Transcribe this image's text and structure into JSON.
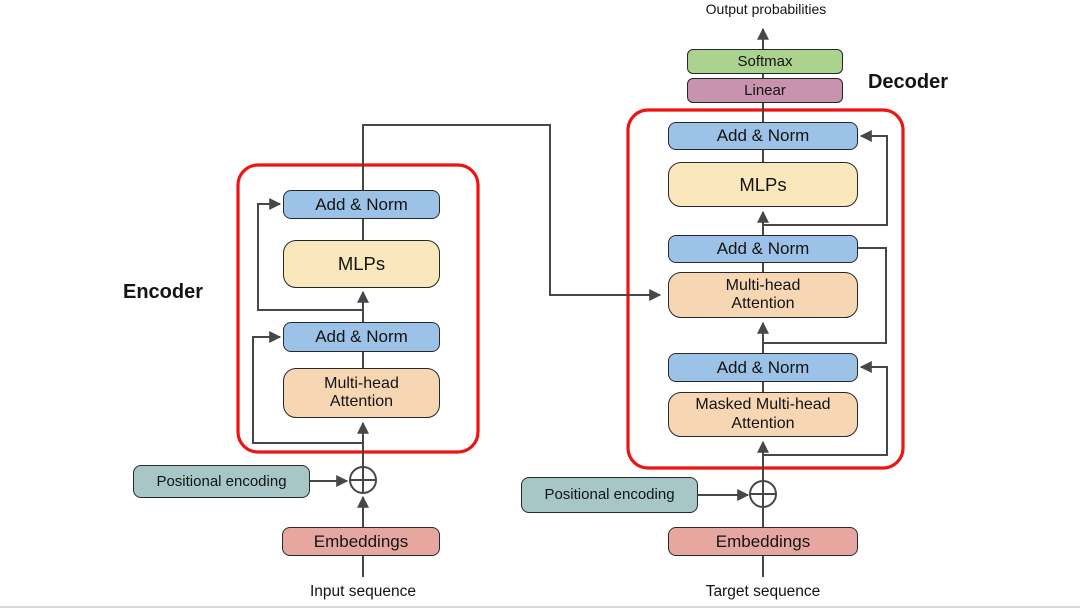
{
  "colors": {
    "background": "#ffffff",
    "text": "#141414",
    "line": "#474747",
    "outline_red": "#ee1412",
    "box_border": "#26282a",
    "add_norm": "#9cc2e8",
    "mlps": "#fbe7bc",
    "attention": "#f6d6b3",
    "softmax": "#abd28f",
    "linear": "#c993af",
    "positional_encoding": "#a7c7c6",
    "embeddings": "#e7a7a1"
  },
  "diagram": {
    "output_label": "Output probabilities",
    "softmax_label": "Softmax",
    "linear_label": "Linear",
    "encoder": {
      "title": "Encoder",
      "add_norm_top": "Add & Norm",
      "mlps": "MLPs",
      "add_norm_bottom": "Add & Norm",
      "attention": "Multi-head\nAttention",
      "positional_encoding": "Positional encoding",
      "embeddings": "Embeddings",
      "sequence_label": "Input sequence"
    },
    "decoder": {
      "title": "Decoder",
      "add_norm_top": "Add & Norm",
      "mlps": "MLPs",
      "add_norm_middle": "Add & Norm",
      "cross_attention": "Multi-head\nAttention",
      "add_norm_bottom": "Add & Norm",
      "masked_attention": "Masked Multi-head\nAttention",
      "positional_encoding": "Positional encoding",
      "embeddings": "Embeddings",
      "sequence_label": "Target sequence"
    }
  }
}
